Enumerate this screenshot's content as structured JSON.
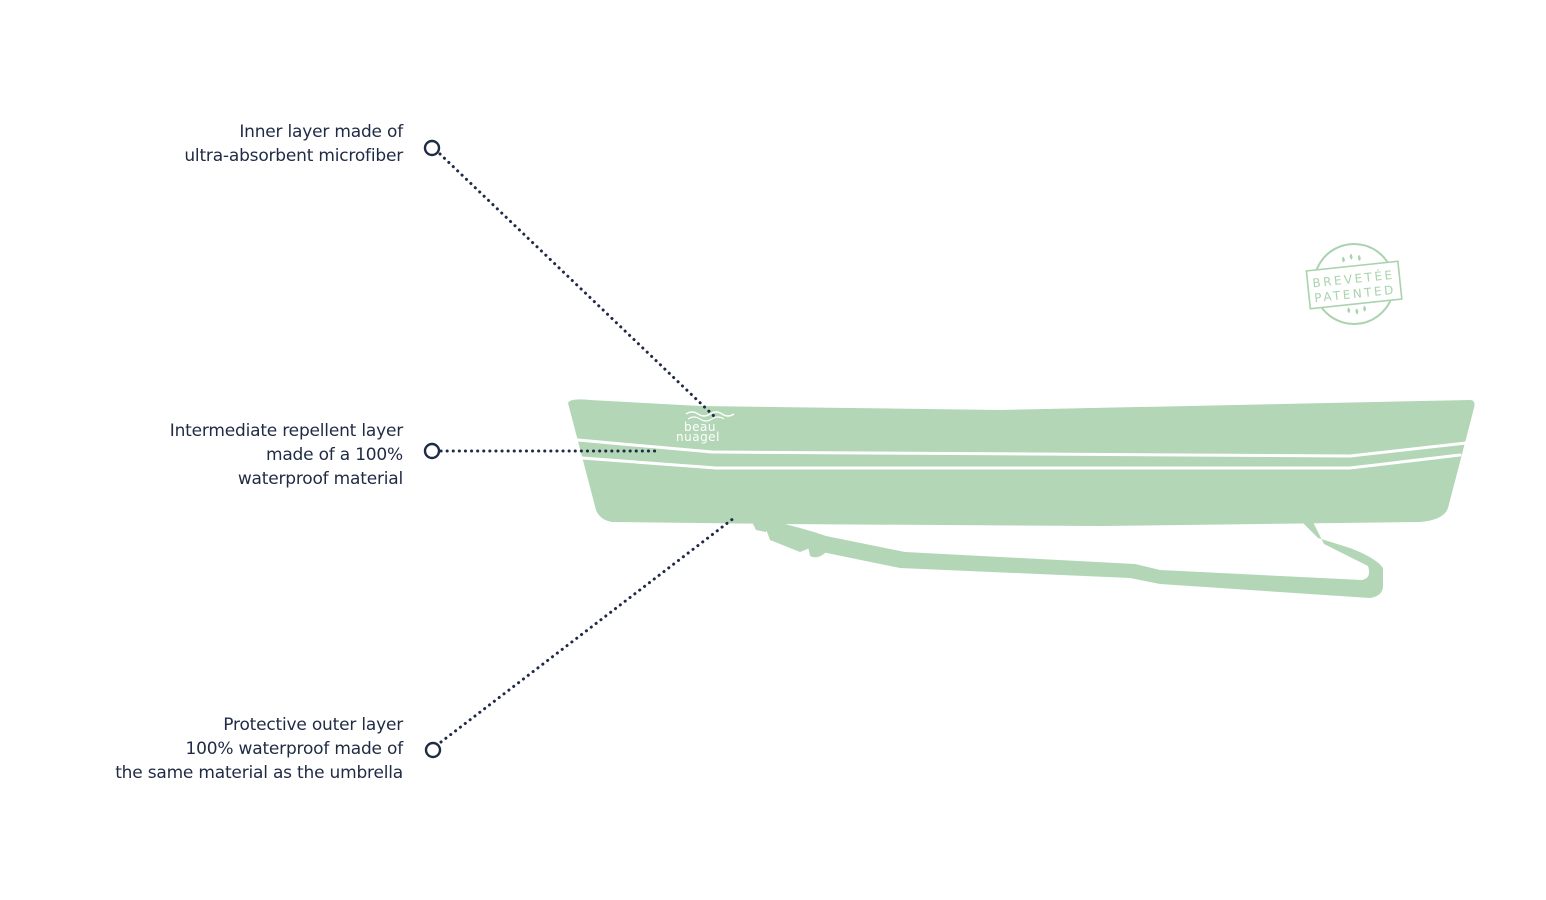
{
  "callouts": {
    "inner": {
      "lines": [
        "Inner layer made of",
        "ultra-absorbent microfiber"
      ]
    },
    "intermediate": {
      "lines": [
        "Intermediate repellent layer",
        "made of a 100%",
        "waterproof material"
      ]
    },
    "outer": {
      "lines": [
        "Protective outer layer",
        "100% waterproof made of",
        "the same material as the umbrella"
      ]
    }
  },
  "brand": {
    "logo_line1": "beau",
    "logo_line2": "nuagel"
  },
  "stamp": {
    "line1": "BREVETÉE",
    "line2": "PATENTED"
  },
  "colors": {
    "text": "#1f2a44",
    "leader": "#1f2a44",
    "bag": "#b2d6b6",
    "stamp": "#a9d3ad",
    "stripe": "#ffffff"
  }
}
